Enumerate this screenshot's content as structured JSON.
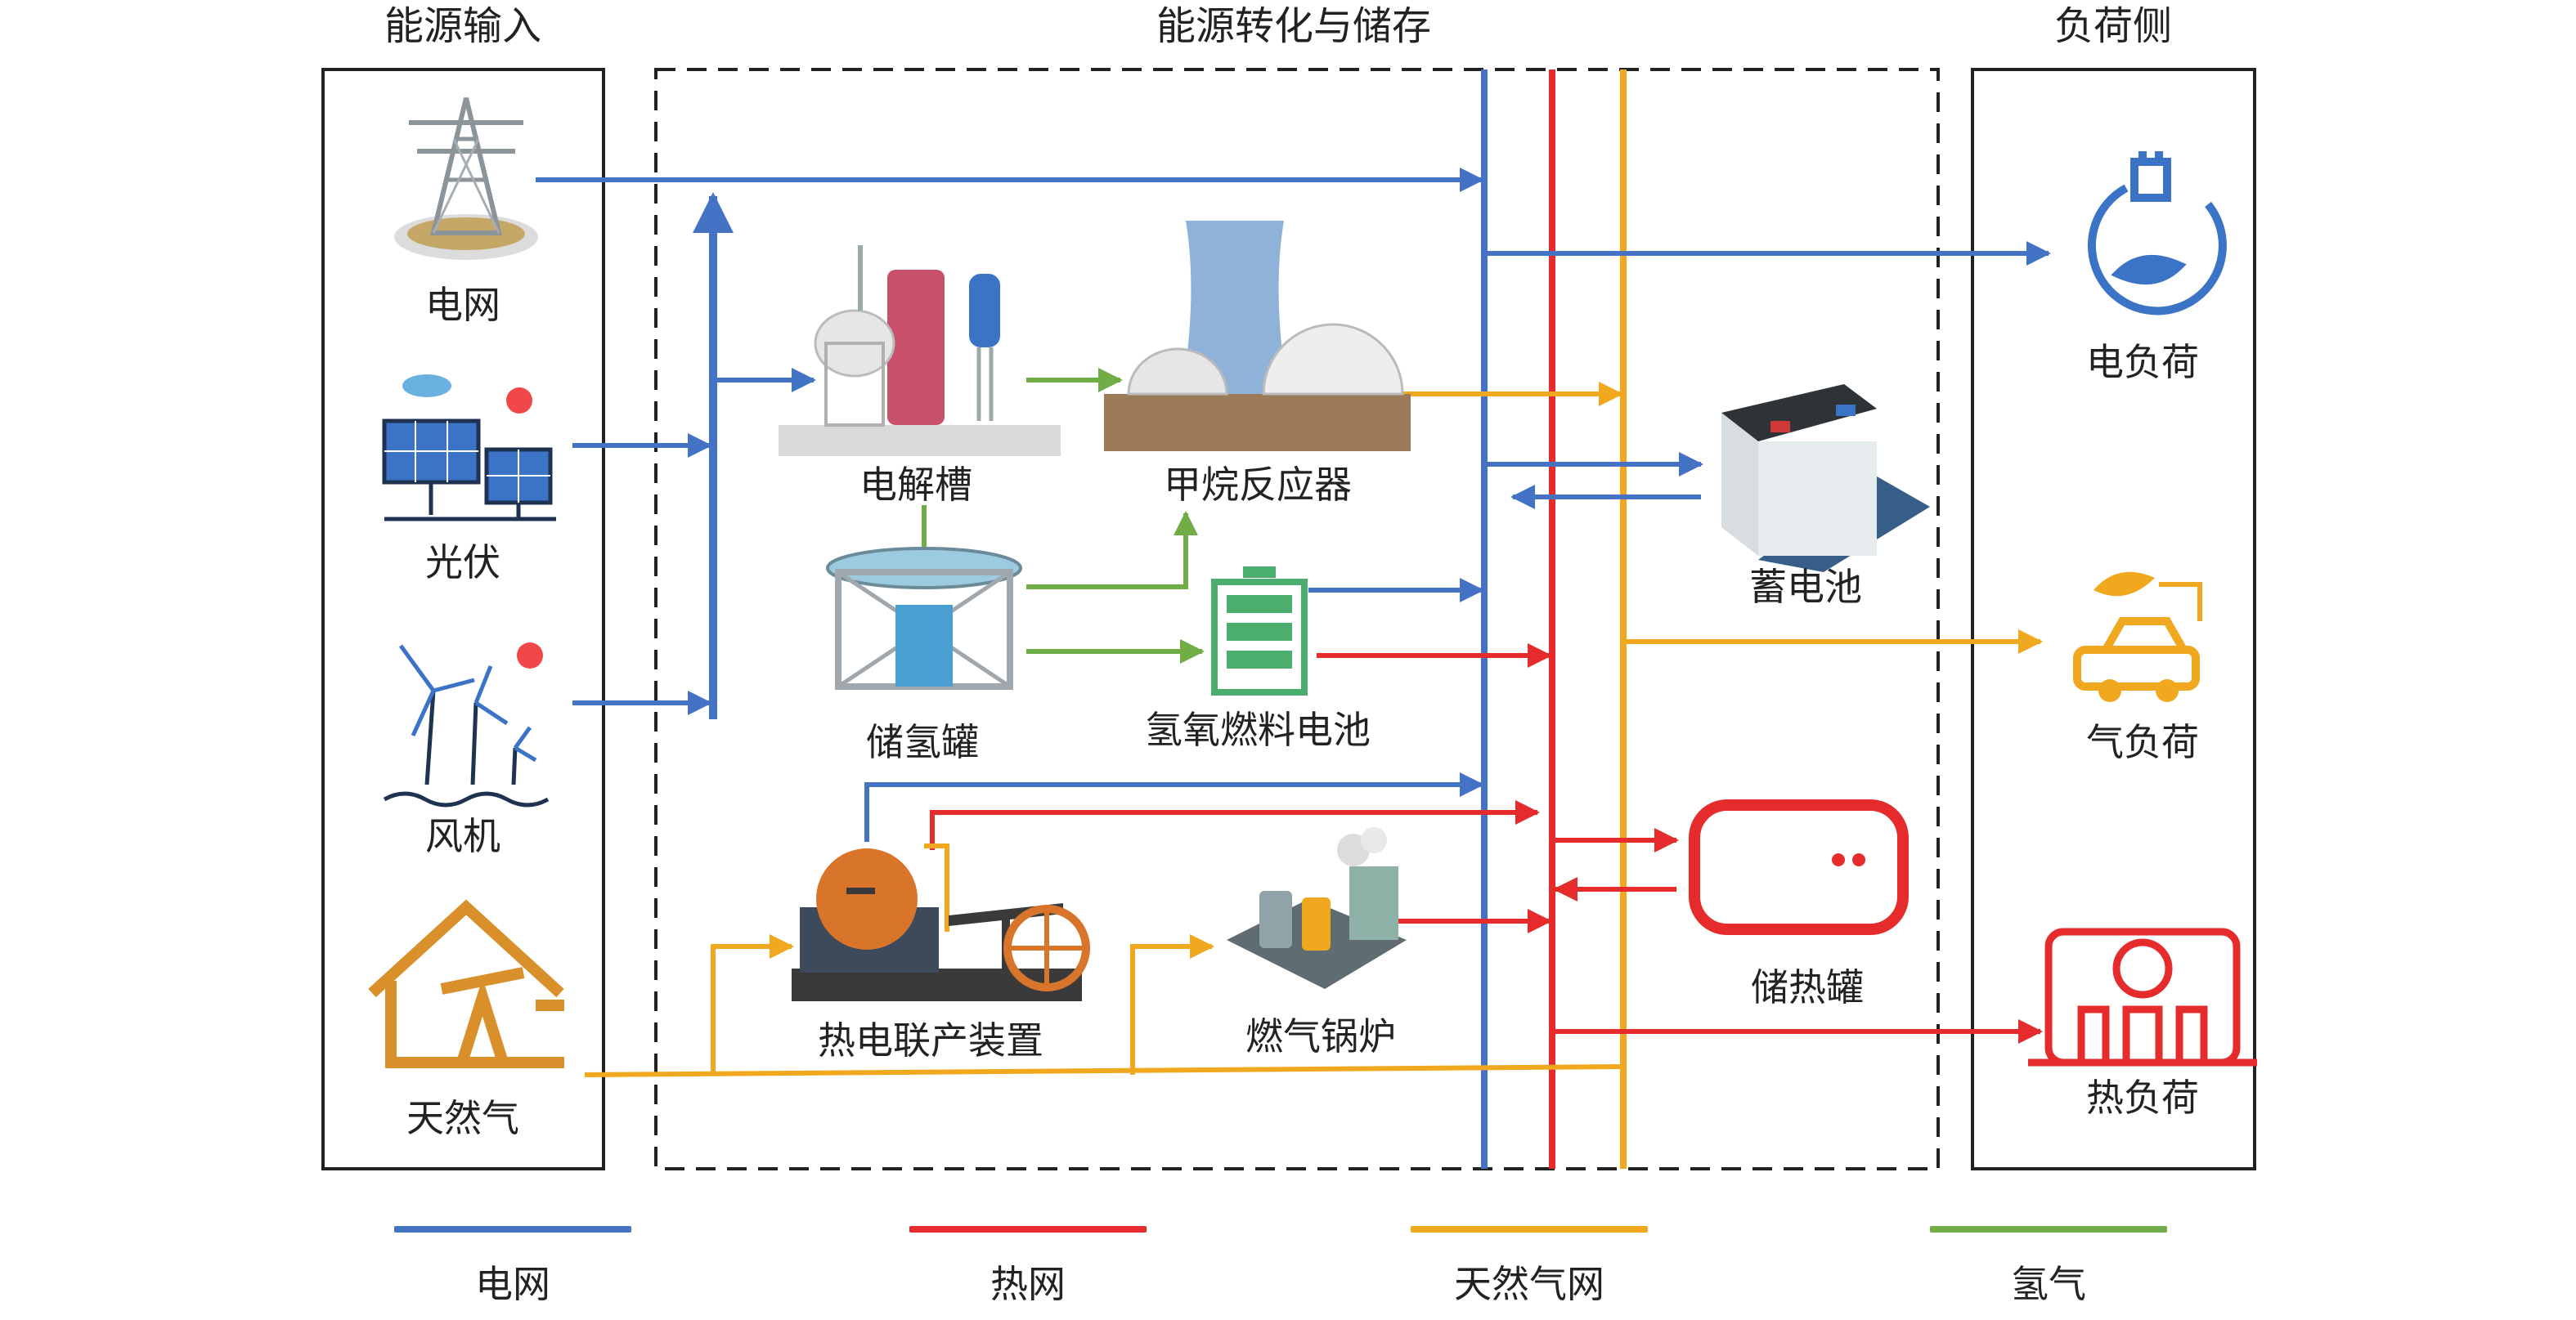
{
  "sections": {
    "input_title": "能源输入",
    "conversion_title": "能源转化与储存",
    "load_title": "负荷侧"
  },
  "inputs": [
    {
      "label": "电网",
      "icon": "power-tower-icon"
    },
    {
      "label": "光伏",
      "icon": "solar-panel-icon"
    },
    {
      "label": "风机",
      "icon": "wind-turbine-icon"
    },
    {
      "label": "天然气",
      "icon": "oil-pump-house-icon"
    }
  ],
  "devices": {
    "electrolyzer": "电解槽",
    "methane_reactor": "甲烷反应器",
    "hydrogen_tank": "储氢罐",
    "fuel_cell": "氢氧燃料电池",
    "chp": "热电联产装置",
    "gas_boiler": "燃气锅炉",
    "battery": "蓄电池",
    "heat_storage": "储热罐"
  },
  "loads": [
    {
      "label": "电负荷",
      "icon": "electric-plug-icon"
    },
    {
      "label": "气负荷",
      "icon": "gas-car-icon"
    },
    {
      "label": "热负荷",
      "icon": "heat-radiator-icon"
    }
  ],
  "legend": [
    {
      "label": "电网",
      "color": "#4472C4"
    },
    {
      "label": "热网",
      "color": "#E52B2B"
    },
    {
      "label": "天然气网",
      "color": "#F0A81E"
    },
    {
      "label": "氢气",
      "color": "#70AD47"
    }
  ],
  "colors": {
    "electric": "#4472C4",
    "heat": "#E52B2B",
    "gas": "#F0A81E",
    "hydrogen": "#70AD47"
  }
}
